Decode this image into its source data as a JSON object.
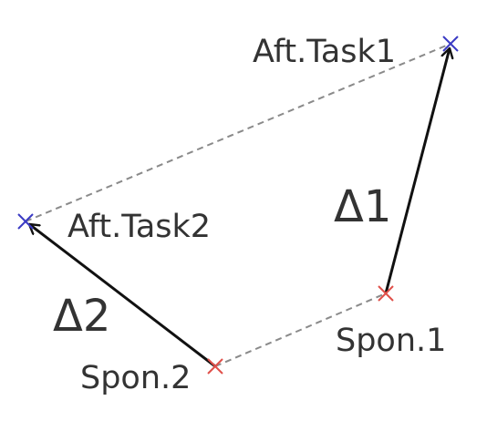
{
  "colors": {
    "task_marker": "#3b3bc4",
    "spon_marker": "#e0504a",
    "arrow": "#111111",
    "dashed_link": "#8a8a8a",
    "text": "#333333"
  },
  "points": {
    "aft_task1": {
      "label": "Aft.Task1"
    },
    "aft_task2": {
      "label": "Aft.Task2"
    },
    "spon1": {
      "label": "Spon.1"
    },
    "spon2": {
      "label": "Spon.2"
    }
  },
  "arrows": {
    "delta1": {
      "label": "Δ1"
    },
    "delta2": {
      "label": "Δ2"
    }
  }
}
